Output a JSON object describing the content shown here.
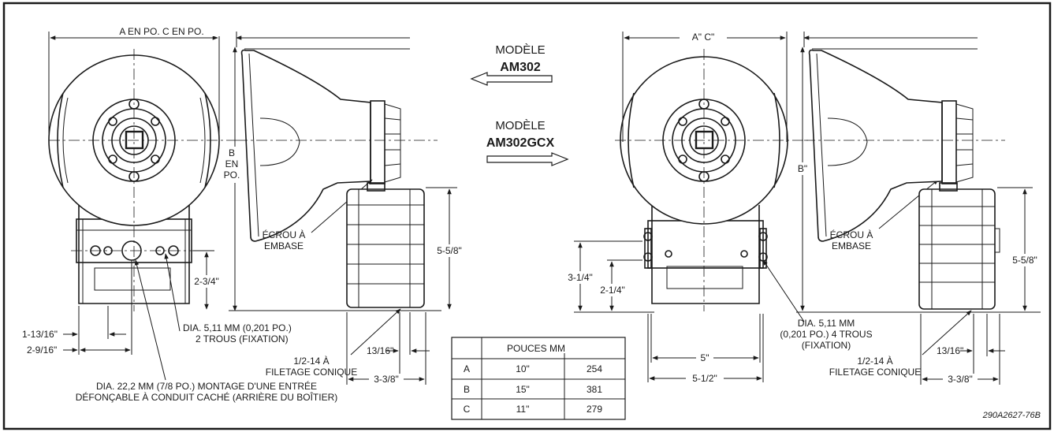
{
  "labels": {
    "left_top_dim": "A EN PO. C EN PO.",
    "left_b_1": "B",
    "left_b_2": "EN",
    "left_b_3": "PO.",
    "left_nut_1": "ÉCROU À",
    "left_nut_2": "EMBASE",
    "left_55_8": "5-5/8\"",
    "left_23_4": "2-3/4\"",
    "left_113_16": "1-13/16\"",
    "left_29_16": "2-9/16\"",
    "left_hole_1": "DIA. 5,11 MM (0,201 PO.)",
    "left_hole_2": "2 TROUS (FIXATION)",
    "left_13_16": "13/16\"",
    "left_thread_1": "1/2-14 À",
    "left_thread_2": "FILETAGE CONIQUE",
    "left_33_8": "3-3/8\"",
    "left_ko_1": "DIA. 22,2 MM (7/8 PO.) MONTAGE D'UNE ENTRÉE",
    "left_ko_2": "DÉFONÇABLE À CONDUIT CACHÉ (ARRIÈRE DU BOÎTIER)",
    "model1_word": "MODÈLE",
    "model1_name": "AM302",
    "model2_word": "MODÈLE",
    "model2_name": "AM302GCX",
    "right_top_dim": "A\" C\"",
    "right_b": "B\"",
    "right_nut_1": "ÉCROU À",
    "right_nut_2": "EMBASE",
    "right_55_8": "5-5/8\"",
    "right_31_4": "3-1/4\"",
    "right_21_4": "2-1/4\"",
    "right_hole_1": "DIA. 5,11 MM",
    "right_hole_2": "(0,201 PO.) 4 TROUS",
    "right_hole_3": "(FIXATION)",
    "right_5": "5\"",
    "right_51_2": "5-1/2\"",
    "right_13_16": "13/16\"",
    "right_thread_1": "1/2-14 À",
    "right_thread_2": "FILETAGE CONIQUE",
    "right_33_8": "3-3/8\"",
    "drawing_number": "290A2627-76B"
  },
  "table": {
    "header": [
      "",
      "POUCES MM"
    ],
    "rows": [
      {
        "key": "A",
        "inch": "10\"",
        "mm": "254"
      },
      {
        "key": "B",
        "inch": "15\"",
        "mm": "381"
      },
      {
        "key": "C",
        "inch": "11\"",
        "mm": "279"
      }
    ]
  }
}
